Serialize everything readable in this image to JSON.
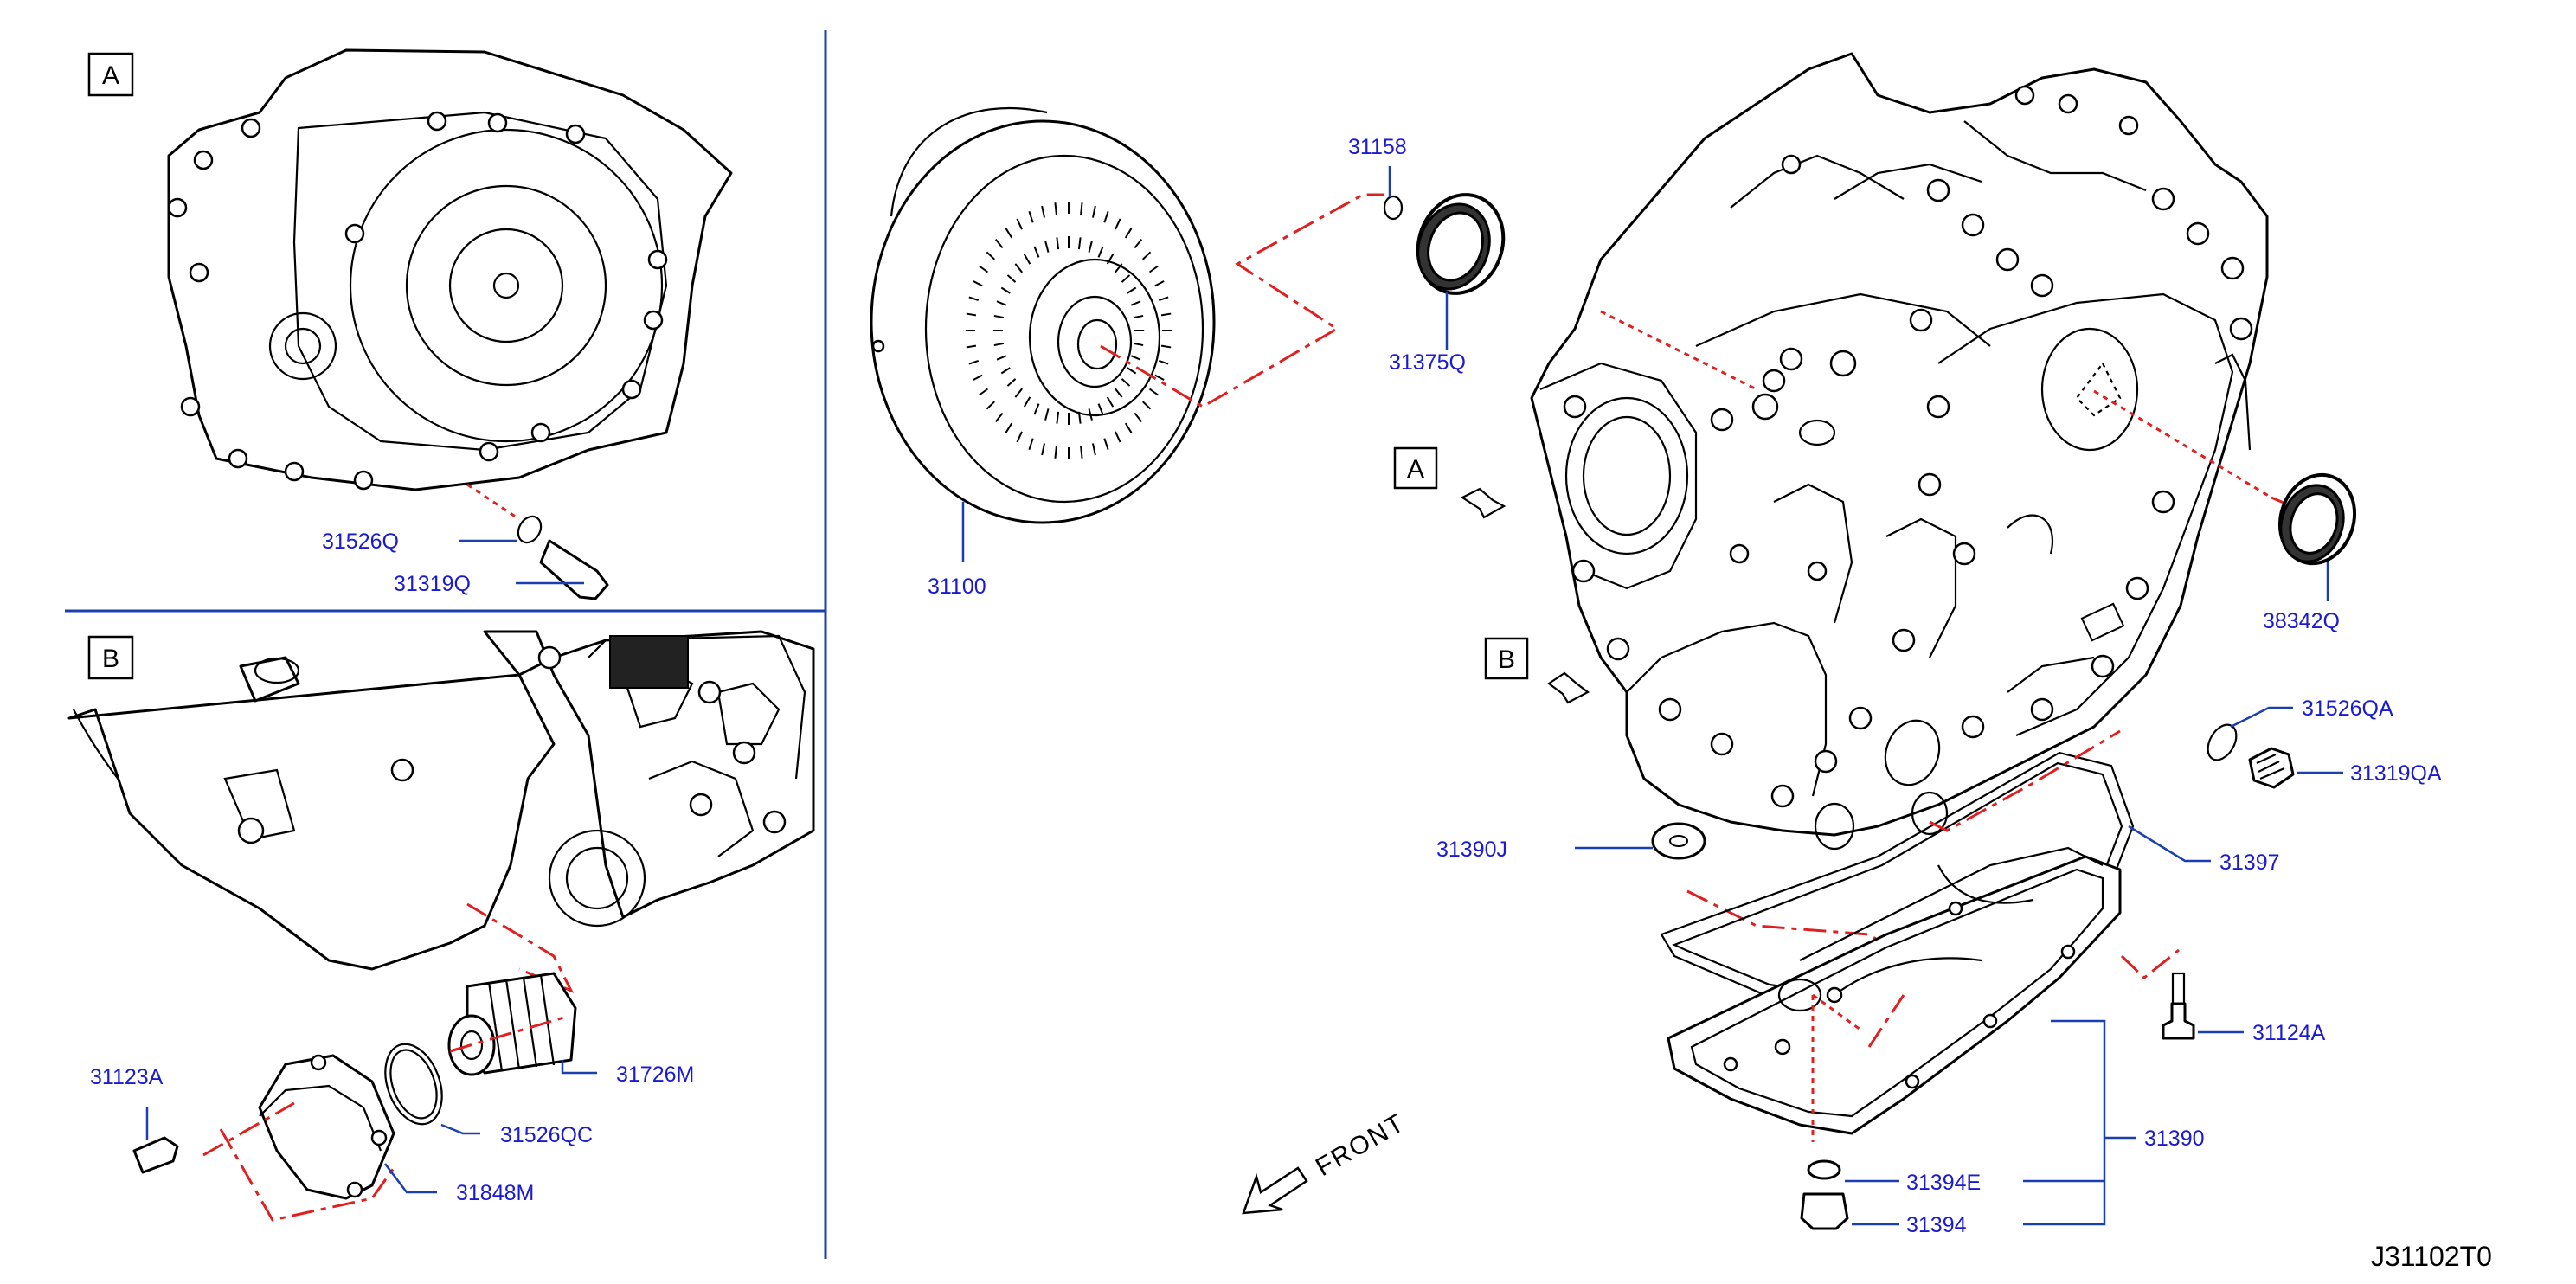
{
  "diagram_code": "J31102T0",
  "front_label": "FRONT",
  "views": {
    "a": {
      "letter": "A"
    },
    "b": {
      "letter": "B"
    },
    "main_a": {
      "letter": "A"
    },
    "main_b": {
      "letter": "B"
    }
  },
  "parts": {
    "p31526Q": "31526Q",
    "p31319Q": "31319Q",
    "p31100": "31100",
    "p31158": "31158",
    "p31375Q": "31375Q",
    "p38342Q": "38342Q",
    "p31526QA": "31526QA",
    "p31319QA": "31319QA",
    "p31390J": "31390J",
    "p31397": "31397",
    "p31124A": "31124A",
    "p31390": "31390",
    "p31394E": "31394E",
    "p31394": "31394",
    "p31123A": "31123A",
    "p31726M": "31726M",
    "p31526QC": "31526QC",
    "p31848M": "31848M"
  },
  "colors": {
    "label": "#1a1ad0",
    "leader": "#1a3fb0",
    "hidden_line": "#e02020",
    "outline": "#000000"
  }
}
